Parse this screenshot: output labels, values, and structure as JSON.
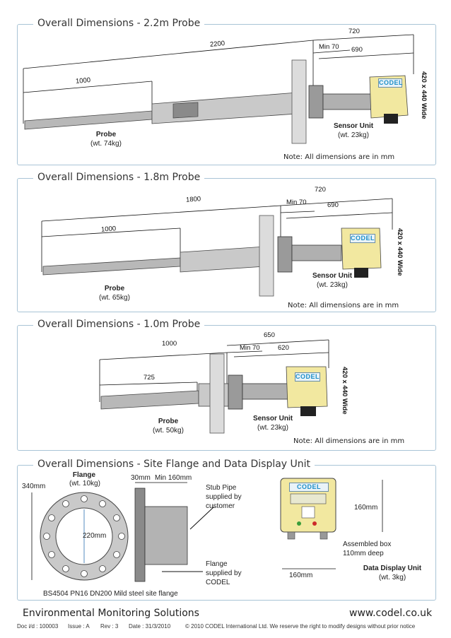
{
  "panels": [
    {
      "title": "Overall Dimensions - 2.2m Probe",
      "dims": {
        "total": "2200",
        "probe": "1000",
        "unit_total": "720",
        "min": "Min 70",
        "unit_len": "690"
      },
      "box_label": "420 x 440 Wide",
      "badge": "CODEL",
      "probe_label": "Probe",
      "probe_weight": "(wt. 74kg)",
      "sensor_label": "Sensor Unit",
      "sensor_weight": "(wt. 23kg)",
      "note": "Note: All dimensions are in mm"
    },
    {
      "title": "Overall Dimensions - 1.8m Probe",
      "dims": {
        "total": "1800",
        "probe": "1000",
        "unit_total": "720",
        "min": "Min 70",
        "unit_len": "690"
      },
      "box_label": "420 x 440 Wide",
      "badge": "CODEL",
      "probe_label": "Probe",
      "probe_weight": "(wt. 65kg)",
      "sensor_label": "Sensor Unit",
      "sensor_weight": "(wt. 23kg)",
      "note": "Note: All dimensions are in mm"
    },
    {
      "title": "Overall Dimensions - 1.0m Probe",
      "dims": {
        "total": "1000",
        "probe": "725",
        "unit_total": "650",
        "min": "Min 70",
        "unit_len": "620"
      },
      "box_label": "420 x 440 Wide",
      "badge": "CODEL",
      "probe_label": "Probe",
      "probe_weight": "(wt. 50kg)",
      "sensor_label": "Sensor Unit",
      "sensor_weight": "(wt. 23kg)",
      "note": "Note: All dimensions are in mm"
    }
  ],
  "site": {
    "title": "Overall Dimensions - Site Flange and Data Display Unit",
    "flange_label": "Flange",
    "flange_weight": "(wt. 10kg)",
    "dim_340": "340mm",
    "dim_220": "220mm",
    "dim_30": "30mm",
    "dim_min160": "Min 160mm",
    "stub_pipe": [
      "Stub Pipe",
      "supplied by",
      "customer"
    ],
    "flange_supplied": [
      "Flange",
      "supplied by",
      "CODEL"
    ],
    "flange_spec": "BS4504 PN16 DN200 Mild steel site flange",
    "ddu_badge": "CODEL",
    "ddu_height": "160mm",
    "ddu_width": "160mm",
    "assembled": [
      "Assembled box",
      "110mm deep"
    ],
    "ddu_label": "Data Display Unit",
    "ddu_weight": "(wt. 3kg)"
  },
  "footer": {
    "company": "Environmental Monitoring Solutions",
    "website": "www.codel.co.uk",
    "doc": "Doc i/d : 100003",
    "issue": "Issue : A",
    "rev": "Rev : 3",
    "date": "Date : 31/3/2010",
    "copyright": "© 2010 CODEL International Ltd. We reserve the right to modify designs without prior notice"
  },
  "colors": {
    "panel_border": "#a9c4d6",
    "badge_text": "#1d8fc9",
    "box_fill": "#f2e8a0"
  }
}
